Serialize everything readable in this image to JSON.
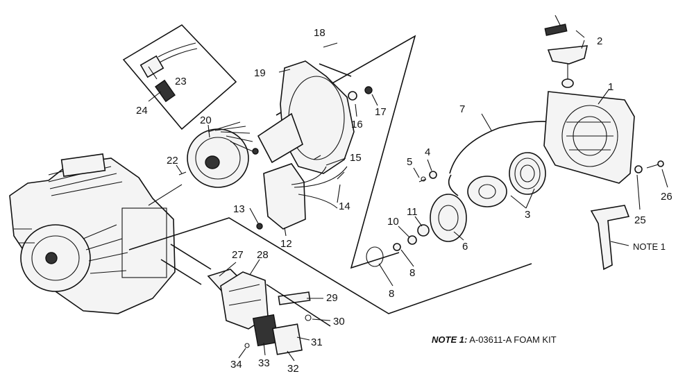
{
  "callouts": {
    "c1": "1",
    "c2": "2",
    "c3": "3",
    "c4": "4",
    "c5": "5",
    "c6": "6",
    "c7": "7",
    "c8a": "8",
    "c8b": "8",
    "c10": "10",
    "c11": "11",
    "c12": "12",
    "c13": "13",
    "c14": "14",
    "c15": "15",
    "c16": "16",
    "c17": "17",
    "c18": "18",
    "c19": "19",
    "c20": "20",
    "c22": "22",
    "c23": "23",
    "c24": "24",
    "c25": "25",
    "c26": "26",
    "c27": "27",
    "c28": "28",
    "c29": "29",
    "c30": "30",
    "c31": "31",
    "c32": "32",
    "c33": "33",
    "c34": "34"
  },
  "note_callout": "NOTE 1",
  "note_bold": "NOTE 1:",
  "note_text": " A-03611-A FOAM KIT"
}
